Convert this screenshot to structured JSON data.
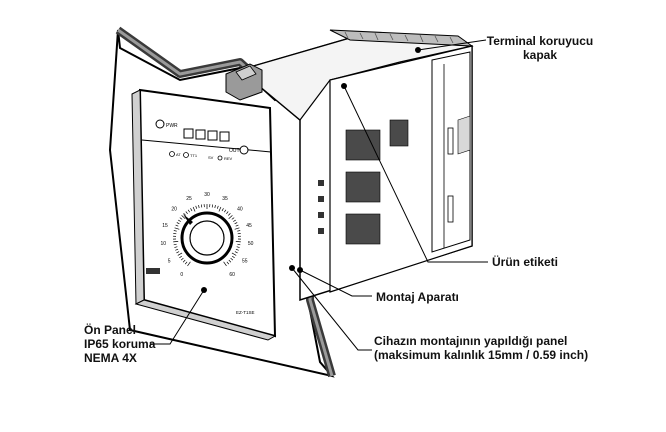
{
  "device": {
    "led_labels": [
      "PWR",
      "OUT"
    ],
    "indicator_labels": [
      "AT",
      "TT1",
      "SV",
      "REV"
    ],
    "model_label": "EZ-T1SE",
    "dial_scale": [
      "0",
      "5",
      "10",
      "15",
      "20",
      "25",
      "30",
      "35",
      "40",
      "45",
      "50",
      "55",
      "60"
    ]
  },
  "labels": {
    "terminal_cover_1": "Terminal koruyucu",
    "terminal_cover_2": "kapak",
    "product_label": "Ürün etiketi",
    "mounting_bracket": "Montaj Aparatı",
    "panel_1": "Cihazın montajının yapıldığı panel",
    "panel_2": "(maksimum kalınlık 15mm / 0.59 inch)",
    "front_panel_1": "Ön Panel",
    "front_panel_2": "IP65 koruma",
    "front_panel_3": "NEMA 4X"
  }
}
